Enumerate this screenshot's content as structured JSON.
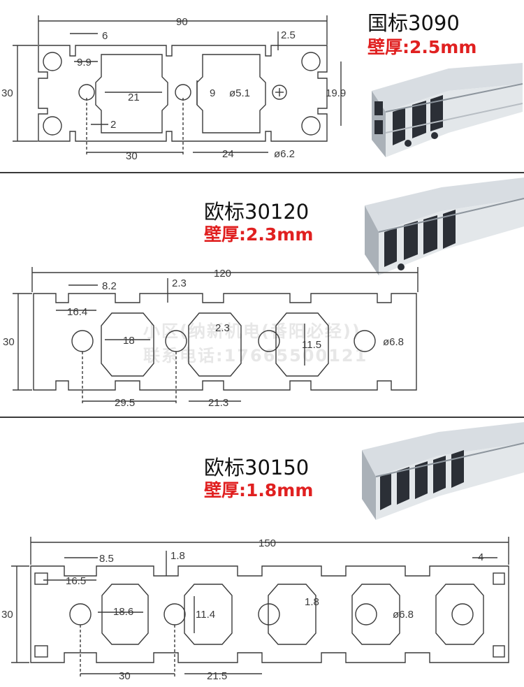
{
  "sections": [
    {
      "title": "国标3090",
      "wall": "壁厚:2.5mm",
      "dims": {
        "overall_width": "90",
        "slot_top": "6",
        "slot_depth": "2.5",
        "inner_slot": "9.9",
        "height": "30",
        "cavity_width": "21",
        "cavity_height": "9",
        "hole_small": "ø5.1",
        "side_height": "19.9",
        "wall_inner": "2",
        "pitch": "30",
        "cavity2": "24",
        "hole_big": "ø6.2"
      }
    },
    {
      "title": "欧标30120",
      "wall": "壁厚:2.3mm",
      "dims": {
        "overall_width": "120",
        "slot_top": "8.2",
        "slot_depth": "2.3",
        "inner_slot": "16.4",
        "height": "30",
        "cavity_width": "18",
        "radius": "2.3",
        "cavity_height": "11.5",
        "hole": "ø6.8",
        "pitch": "29.5",
        "cavity2": "21.3"
      }
    },
    {
      "title": "欧标30150",
      "wall": "壁厚:1.8mm",
      "dims": {
        "overall_width": "150",
        "slot_top": "8.5",
        "slot_depth": "1.8",
        "inner_slot": "16.5",
        "end_slot": "4",
        "height": "30",
        "cavity_width": "18.6",
        "cavity_height": "11.4",
        "radius": "1.8",
        "hole": "ø6.8",
        "pitch": "30",
        "cavity2": "21.5"
      }
    }
  ],
  "watermark": {
    "line1": "小区(纳新机电(番阳必经))",
    "line2": "联系电话:17665500121"
  },
  "colors": {
    "line": "#3a3a3a",
    "title_red": "#e02020",
    "profile_fill": "#c9ced4",
    "profile_shadow": "#2b2f36"
  }
}
